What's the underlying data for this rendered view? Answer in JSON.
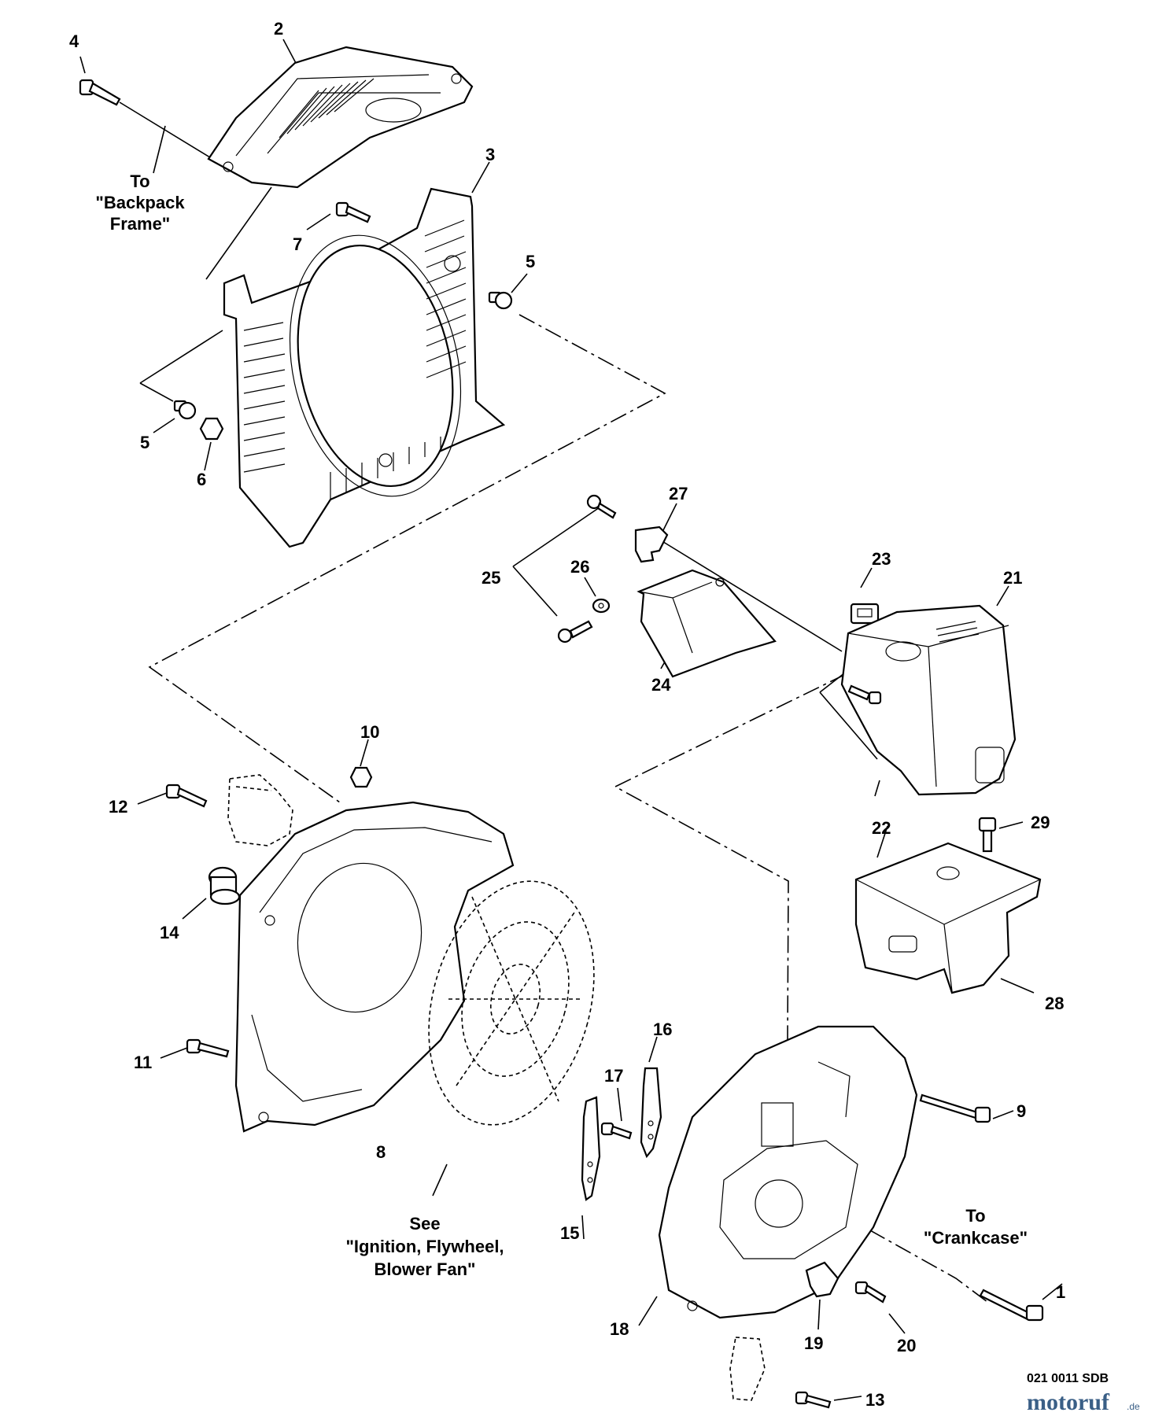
{
  "callouts": [
    {
      "id": "4",
      "text": "4"
    },
    {
      "id": "2",
      "text": "2"
    },
    {
      "id": "3",
      "text": "3"
    },
    {
      "id": "7",
      "text": "7"
    },
    {
      "id": "5a",
      "text": "5"
    },
    {
      "id": "5b",
      "text": "5"
    },
    {
      "id": "6",
      "text": "6"
    },
    {
      "id": "27",
      "text": "27"
    },
    {
      "id": "25",
      "text": "25"
    },
    {
      "id": "26",
      "text": "26"
    },
    {
      "id": "23",
      "text": "23"
    },
    {
      "id": "21",
      "text": "21"
    },
    {
      "id": "24",
      "text": "24"
    },
    {
      "id": "10",
      "text": "10"
    },
    {
      "id": "12",
      "text": "12"
    },
    {
      "id": "22",
      "text": "22"
    },
    {
      "id": "29",
      "text": "29"
    },
    {
      "id": "14",
      "text": "14"
    },
    {
      "id": "28",
      "text": "28"
    },
    {
      "id": "16",
      "text": "16"
    },
    {
      "id": "11",
      "text": "11"
    },
    {
      "id": "17",
      "text": "17"
    },
    {
      "id": "9",
      "text": "9"
    },
    {
      "id": "8",
      "text": "8"
    },
    {
      "id": "15",
      "text": "15"
    },
    {
      "id": "18",
      "text": "18"
    },
    {
      "id": "19",
      "text": "19"
    },
    {
      "id": "20",
      "text": "20"
    },
    {
      "id": "1",
      "text": "1"
    },
    {
      "id": "13",
      "text": "13"
    }
  ],
  "notes": {
    "backpack": [
      "To",
      "\"Backpack",
      "Frame\""
    ],
    "ignition": [
      "See",
      "\"Ignition, Flywheel,",
      "Blower Fan\""
    ],
    "crankcase": [
      "To",
      "\"Crankcase\""
    ]
  },
  "drawing_code": "021 0011 SDB",
  "watermark": {
    "main": "motoruf",
    "suffix": ".de",
    "color": "#3a5f86"
  }
}
